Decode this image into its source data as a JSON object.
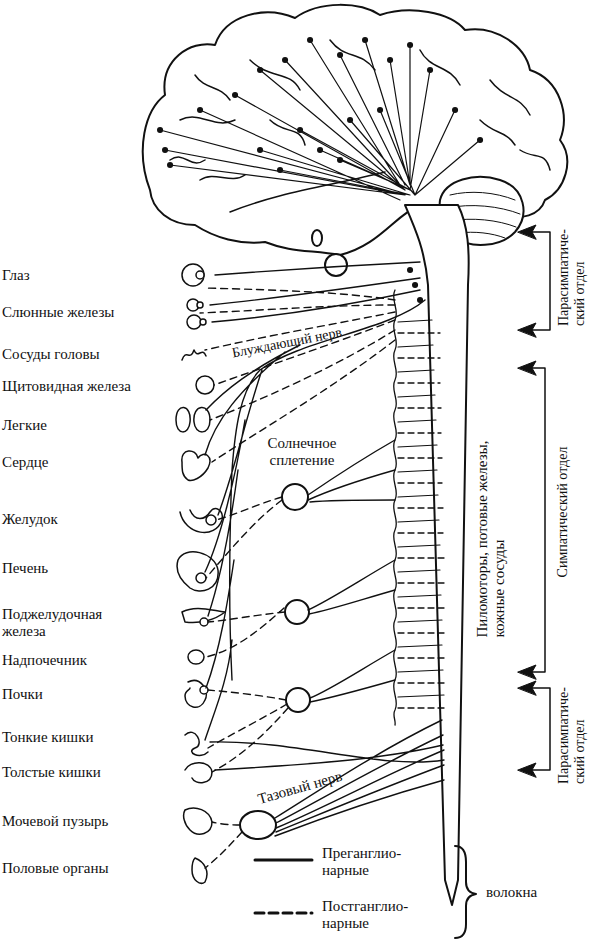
{
  "diagram": {
    "labels": [
      "Глаз",
      "Слюнные железы",
      "Сосуды головы",
      "Щитовидная железа",
      "Легкие",
      "Сердце",
      "Желудок",
      "Печень",
      "Поджелудочная железа",
      "Надпочечник",
      "Почки",
      "Тонкие кишки",
      "Толстые кишки",
      "Мочевой пузырь",
      "Половые органы",
      "Блуждающий нерв",
      "Солнечное сплетение",
      "Пиломоторы, потовые железы, кожные сосуды",
      "Тазовый нерв",
      "Парасимпатиче- ский отдел",
      "Симпатический отдел",
      "Парасимпатиче- ский отдел",
      "волокна"
    ],
    "legend": [
      {
        "text": "Преганглио- нарные"
      },
      {
        "text": "Постганглио- нарные"
      }
    ]
  }
}
